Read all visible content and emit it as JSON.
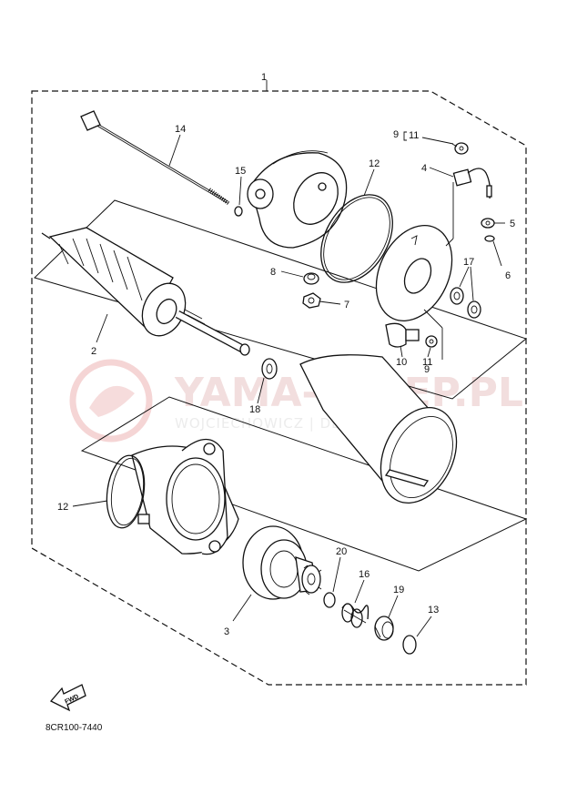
{
  "diagram": {
    "drawing_code": "8CR100-7440",
    "fwd_label": "FWD",
    "watermark": {
      "title": "YAMA-SKLEP.PL",
      "subtitle": "WOJCIECHOWICZ | DEALER YAMAHA"
    },
    "callouts": [
      {
        "id": "c1",
        "text": "1"
      },
      {
        "id": "c2",
        "text": "2"
      },
      {
        "id": "c3",
        "text": "3"
      },
      {
        "id": "c4",
        "text": "4"
      },
      {
        "id": "c5",
        "text": "5"
      },
      {
        "id": "c6",
        "text": "6"
      },
      {
        "id": "c7",
        "text": "7"
      },
      {
        "id": "c8",
        "text": "8"
      },
      {
        "id": "c9a",
        "text": "9"
      },
      {
        "id": "c9b",
        "text": "9"
      },
      {
        "id": "c10",
        "text": "10"
      },
      {
        "id": "c11a",
        "text": "11"
      },
      {
        "id": "c11b",
        "text": "11"
      },
      {
        "id": "c12a",
        "text": "12"
      },
      {
        "id": "c12b",
        "text": "12"
      },
      {
        "id": "c13",
        "text": "13"
      },
      {
        "id": "c14",
        "text": "14"
      },
      {
        "id": "c15",
        "text": "15"
      },
      {
        "id": "c16",
        "text": "16"
      },
      {
        "id": "c17",
        "text": "17"
      },
      {
        "id": "c18",
        "text": "18"
      },
      {
        "id": "c19",
        "text": "19"
      },
      {
        "id": "c20",
        "text": "20"
      }
    ]
  }
}
